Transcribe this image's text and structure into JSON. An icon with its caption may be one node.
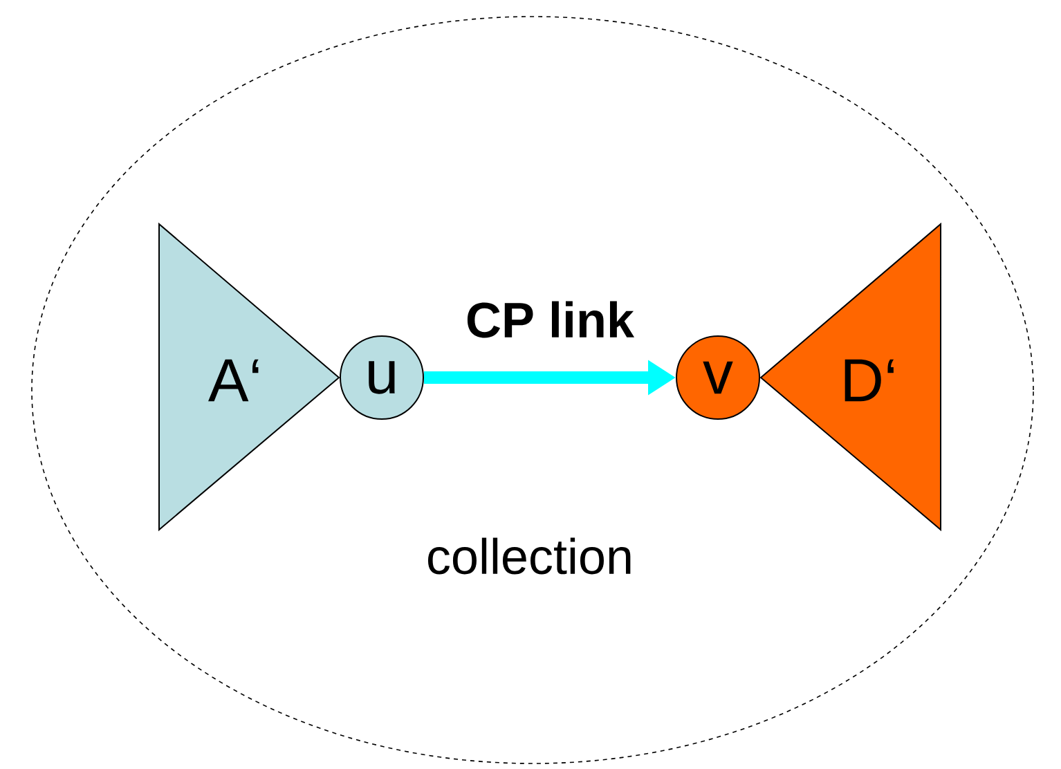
{
  "diagram": {
    "nodes": [
      {
        "text": [
          "collection"
        ]
      },
      {
        "text": [
          "A‘"
        ],
        "in": 0
      },
      {
        "text": [
          "u"
        ],
        "in": 0
      },
      {
        "text": [
          "v"
        ],
        "in": 0
      },
      {
        "text": [
          "D‘"
        ],
        "in": 0
      }
    ],
    "edges": [
      {
        "from": 2,
        "to": 3,
        "arrow": "to",
        "label": "CP link",
        "color": "#00ffff"
      }
    ]
  }
}
